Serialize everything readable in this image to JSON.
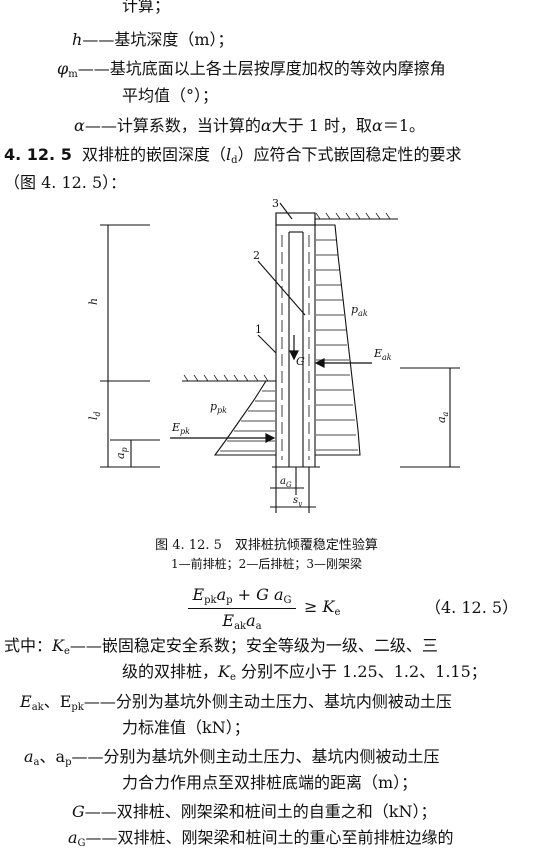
{
  "defs_top": {
    "line0": "计算；",
    "h_sym": "h",
    "h_desc": "基坑深度（m）；",
    "phi_sym": "φ",
    "phi_sub": "m",
    "phi_desc1": "基坑底面以上各土层按厚度加权的等效内摩擦角",
    "phi_desc2": "平均值（°）；",
    "alpha_sym": "α",
    "alpha_desc_a": "计算系数，当计算的",
    "alpha_desc_b": "大于 1 时，取",
    "alpha_desc_c": "＝1。"
  },
  "section": {
    "number": "4. 12. 5",
    "text_a": "双排桩的嵌固深度（",
    "ld_sym": "l",
    "ld_sub": "d",
    "text_b": "）应符合下式嵌固稳定性的要求",
    "text_c": "（图 4. 12. 5）："
  },
  "figure": {
    "labels": {
      "n1": "1",
      "n2": "2",
      "n3": "3",
      "h": "h",
      "ld": "l",
      "ld_sub": "d",
      "ap": "a",
      "ap_sub": "p",
      "aa": "a",
      "aa_sub": "a",
      "ag": "a",
      "ag_sub": "G",
      "sy": "s",
      "sy_sub": "y",
      "G": "G",
      "pak": "p",
      "pak_sub": "ak",
      "ppk": "p",
      "ppk_sub": "pk",
      "eak": "E",
      "eak_sub": "ak",
      "epk": "E",
      "epk_sub": "pk"
    },
    "caption_title": "图 4. 12. 5　双排桩抗倾覆稳定性验算",
    "caption_legend": "1—前排桩；2—后排桩；3—刚架梁"
  },
  "formula": {
    "num_a": "E",
    "num_a_sub": "pk",
    "num_b": "a",
    "num_b_sub": "p",
    "num_plus": " + ",
    "num_c": "G",
    "num_d": "a",
    "num_d_sub": "G",
    "den_a": "E",
    "den_a_sub": "ak",
    "den_b": "a",
    "den_b_sub": "a",
    "geq": "≥",
    "rhs": "K",
    "rhs_sub": "e",
    "number": "（4. 12. 5）"
  },
  "defs_bottom": {
    "intro": "式中：",
    "ke_sym": "K",
    "ke_sub": "e",
    "ke_desc1": "嵌固稳定安全系数；安全等级为一级、二级、三",
    "ke_desc2a": "级的双排桩，",
    "ke_desc2b": "分别不应小于 1.25、1.2、1.15；",
    "e_syms": "E",
    "e_sub1": "ak",
    "e_mid": "、E",
    "e_sub2": "pk",
    "e_desc1": "分别为基坑外侧主动土压力、基坑内侧被动土压",
    "e_desc2": "力标准值（kN）；",
    "a_syms": "a",
    "a_sub1": "a",
    "a_mid": "、a",
    "a_sub2": "p",
    "a_desc1": "分别为基坑外侧主动土压力、基坑内侧被动土压",
    "a_desc2": "力合力作用点至双排桩底端的距离（m）；",
    "g_sym": "G",
    "g_desc": "双排桩、刚架梁和桩间土的自重之和（kN）；",
    "ag_sym": "a",
    "ag_sub": "G",
    "ag_desc": "双排桩、刚架梁和桩间土的重心至前排桩边缘的"
  }
}
